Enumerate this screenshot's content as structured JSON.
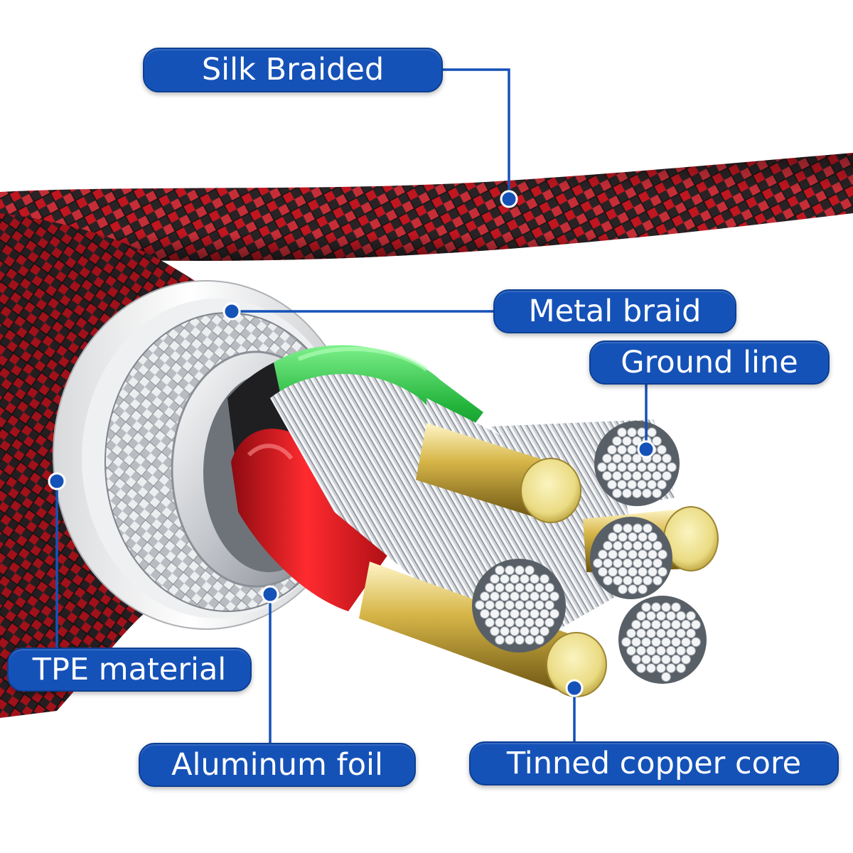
{
  "labels": {
    "silk_braided": "Silk Braided",
    "metal_braid": "Metal braid",
    "ground_line": "Ground line",
    "tpe_material": "TPE material",
    "aluminum_foil": "Aluminum foil",
    "tinned_copper_core": "Tinned copper core"
  },
  "colors": {
    "label_fill": "#1552b8",
    "leader_line": "#1552b8",
    "braid_red": "#c01620",
    "braid_dark": "#2a2325",
    "insulation_green": "#2fae3c",
    "insulation_red": "#d8141c",
    "conductor_gold": "#e3cf72",
    "strand_silver": "#dcdfe3",
    "jacket_white": "#f3f3f3"
  }
}
